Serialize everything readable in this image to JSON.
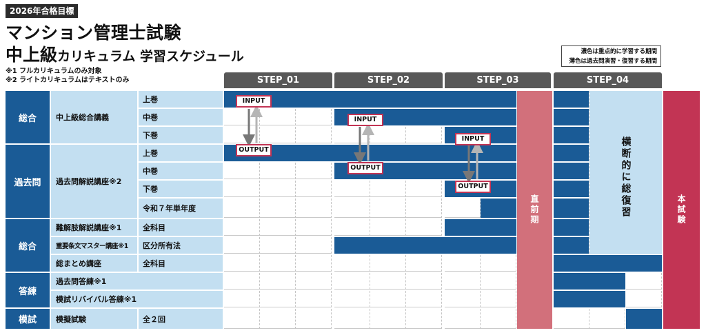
{
  "header": {
    "badge": "2026年合格目標",
    "title_line1": "マンション管理士試験",
    "title_line2_large": "中上級",
    "title_line2_small": "カリキュラム 学習スケジュール",
    "notes": [
      "※1 フルカリキュラムのみ対象",
      "※2 ライトカリキュラムはテキストのみ"
    ]
  },
  "legend": {
    "dark": "濃色は重点的に学習する期間",
    "light": "薄色は過去問演習・復習する期間"
  },
  "steps": [
    "STEP_01",
    "STEP_02",
    "STEP_03",
    "STEP_04"
  ],
  "categories": [
    "総合",
    "過去問",
    "総合",
    "答練",
    "模試"
  ],
  "courses": [
    "中上級総合講義",
    "過去問解説講座※2",
    "難解肢解説講座※1",
    "重要条文マスター講座※1",
    "総まとめ講座",
    "過去問答練※1",
    "模試リバイバル答練※1",
    "模擬試験"
  ],
  "subs": [
    "上巻",
    "中巻",
    "下巻",
    "上巻",
    "中巻",
    "下巻",
    "令和７年単年度",
    "全科目",
    "区分所有法",
    "全科目",
    "全２回"
  ],
  "periods": {
    "chokuzen": "直前期",
    "oudan": "横断的に総復習",
    "honshiken": "本試験"
  },
  "markers": {
    "input": "INPUT",
    "output": "OUTPUT"
  },
  "colors": {
    "dark_blue": "#1a5b96",
    "light_blue": "#c3dff1",
    "step_header": "#585858",
    "chokuzen": "#d2707b",
    "honshiken": "#c23454"
  }
}
